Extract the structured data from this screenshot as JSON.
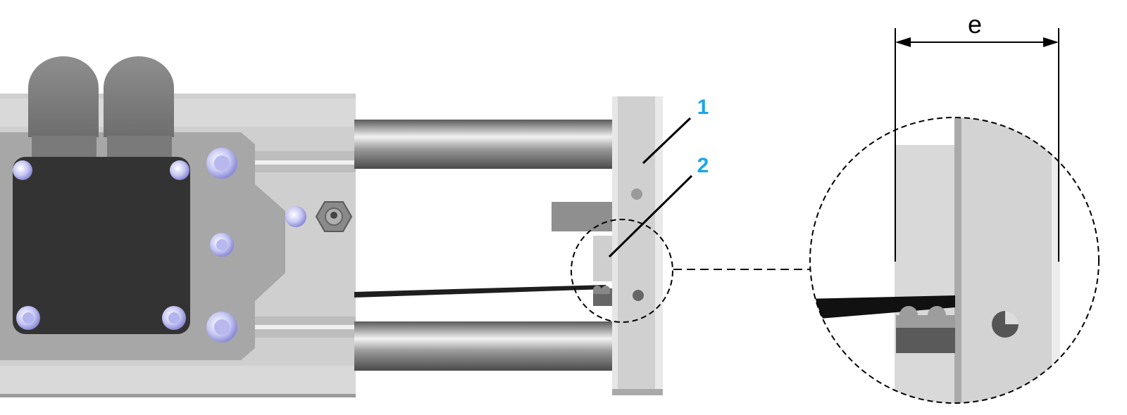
{
  "callouts": [
    {
      "label": "1"
    },
    {
      "label": "2"
    }
  ],
  "dimension": {
    "label": "e"
  },
  "colors": {
    "callout": "#1aa7e8",
    "line": "#000000",
    "rail_light": "#d6d6d6",
    "rail_mid": "#a9a9a9",
    "motor_body": "#333333",
    "plate": "#d3d3d3",
    "screw": "#c8c8f4"
  }
}
